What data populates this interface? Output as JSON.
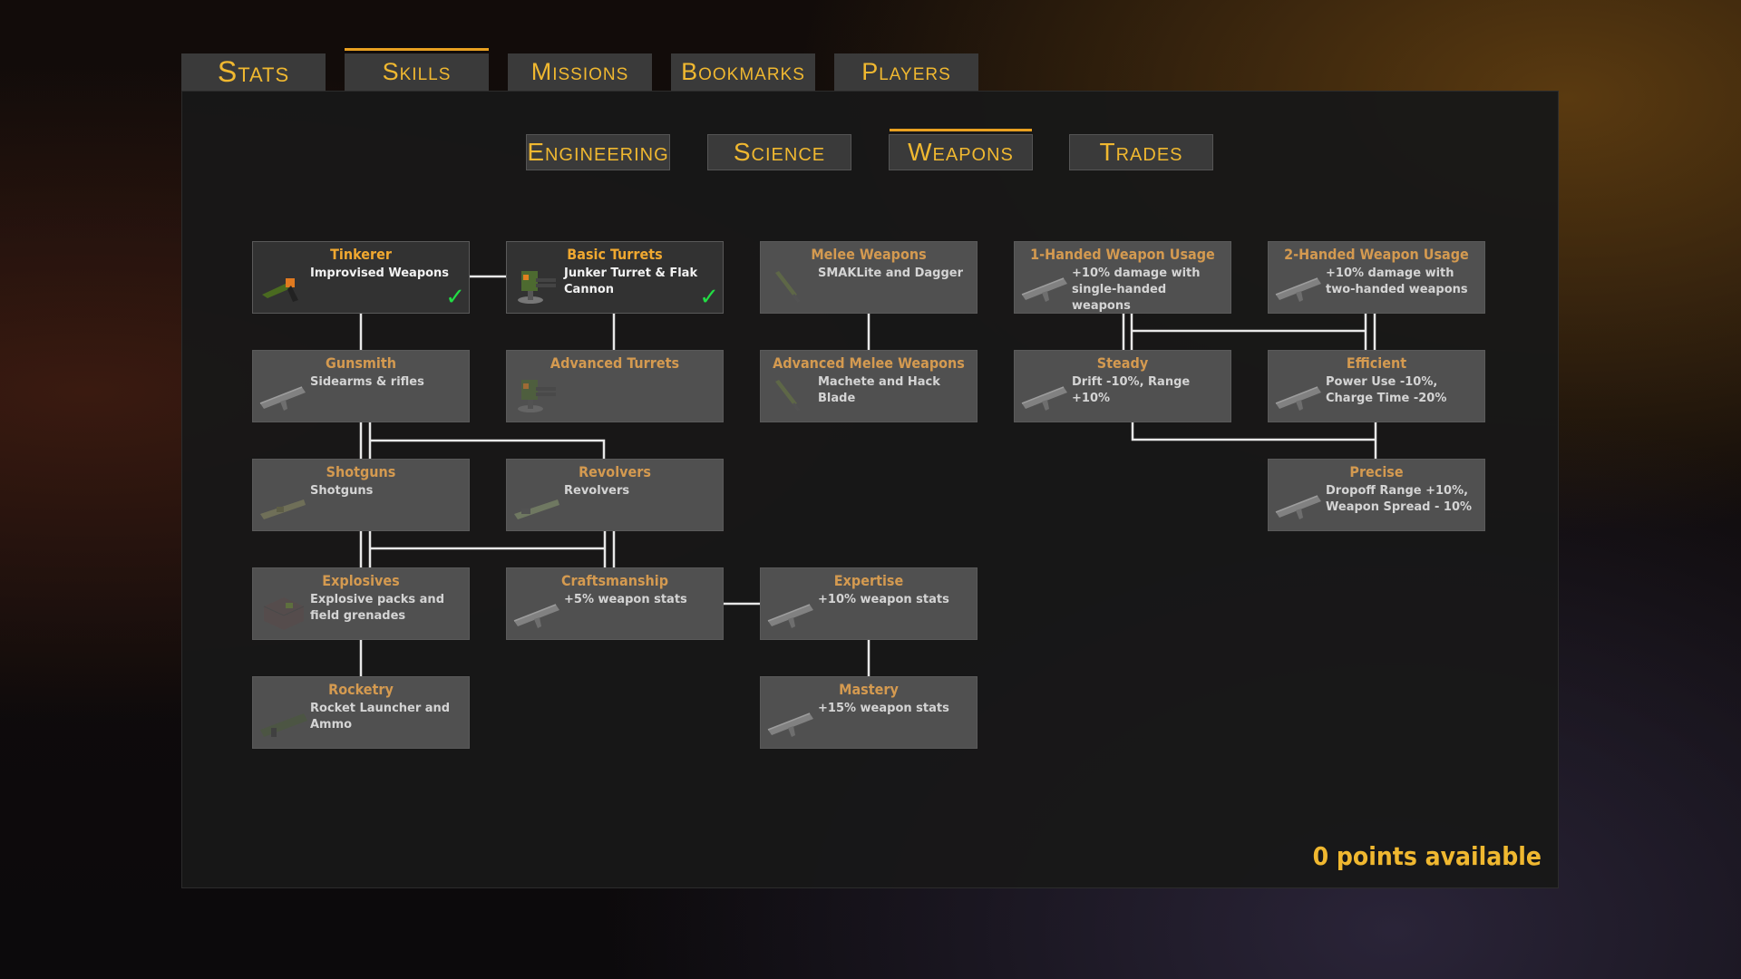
{
  "main_tabs": [
    {
      "label": "Stats",
      "active": false
    },
    {
      "label": "Skills",
      "active": true
    },
    {
      "label": "Missions",
      "active": false
    },
    {
      "label": "Bookmarks",
      "active": false
    },
    {
      "label": "Players",
      "active": false
    }
  ],
  "sub_tabs": [
    {
      "label": "Engineering",
      "active": false
    },
    {
      "label": "Science",
      "active": false
    },
    {
      "label": "Weapons",
      "active": true
    },
    {
      "label": "Trades",
      "active": false
    }
  ],
  "skills": [
    {
      "title": "Tinkerer",
      "desc": "Improvised Weapons",
      "unlocked": true,
      "icon": "pistol-icon"
    },
    {
      "title": "Basic Turrets",
      "desc": "Junker Turret & Flak Cannon",
      "unlocked": true,
      "icon": "turret-icon"
    },
    {
      "title": "Melee Weapons",
      "desc": "SMAKLite and Dagger",
      "unlocked": false,
      "icon": "knife-icon"
    },
    {
      "title": "1-Handed Weapon Usage",
      "desc": "+10% damage with single-handed weapons",
      "unlocked": false,
      "icon": "rifle-icon"
    },
    {
      "title": "2-Handed Weapon Usage",
      "desc": "+10% damage with two-handed weapons",
      "unlocked": false,
      "icon": "rifle-icon"
    },
    {
      "title": "Gunsmith",
      "desc": "Sidearms & rifles",
      "unlocked": false,
      "icon": "rifle-icon"
    },
    {
      "title": "Advanced Turrets",
      "desc": "",
      "unlocked": false,
      "icon": "turret-icon"
    },
    {
      "title": "Advanced Melee Weapons",
      "desc": "Machete and Hack Blade",
      "unlocked": false,
      "icon": "knife-icon"
    },
    {
      "title": "Steady",
      "desc": "Drift -10%, Range +10%",
      "unlocked": false,
      "icon": "rifle-icon"
    },
    {
      "title": "Efficient",
      "desc": "Power Use -10%, Charge Time -20%",
      "unlocked": false,
      "icon": "rifle-icon"
    },
    {
      "title": "Shotguns",
      "desc": "Shotguns",
      "unlocked": false,
      "icon": "shotgun-icon"
    },
    {
      "title": "Revolvers",
      "desc": "Revolvers",
      "unlocked": false,
      "icon": "revolver-icon"
    },
    {
      "title": "Precise",
      "desc": "Dropoff Range +10%, Weapon Spread - 10%",
      "unlocked": false,
      "icon": "rifle-icon"
    },
    {
      "title": "Explosives",
      "desc": "Explosive packs and field grenades",
      "unlocked": false,
      "icon": "explosive-pack-icon"
    },
    {
      "title": "Craftsmanship",
      "desc": "+5% weapon stats",
      "unlocked": false,
      "icon": "rifle-icon"
    },
    {
      "title": "Expertise",
      "desc": "+10% weapon stats",
      "unlocked": false,
      "icon": "rifle-icon"
    },
    {
      "title": "Rocketry",
      "desc": "Rocket Launcher and Ammo",
      "unlocked": false,
      "icon": "rocket-launcher-icon"
    },
    {
      "title": "Mastery",
      "desc": "+15% weapon stats",
      "unlocked": false,
      "icon": "rifle-icon"
    }
  ],
  "points_available": "0 points available",
  "colors": {
    "accent": "#f0b830",
    "check": "#22dd44"
  }
}
